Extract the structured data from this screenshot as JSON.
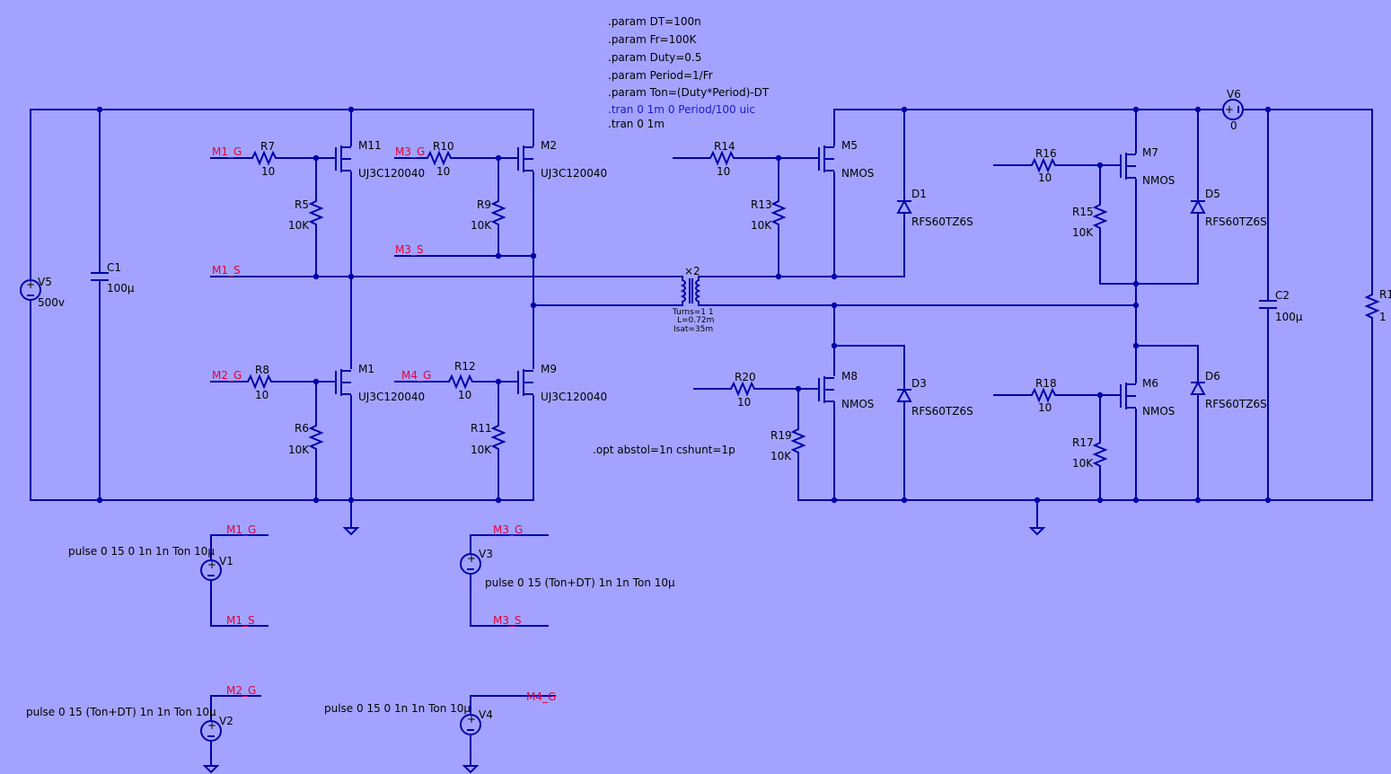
{
  "directives": {
    "params": [
      ".param DT=100n",
      ".param Fr=100K",
      ".param Duty=0.5",
      ".param Period=1/Fr",
      ".param Ton=(Duty*Period)-DT"
    ],
    "tran_active": ".tran 0 1m 0 Period/100 uic",
    "tran_alt": ".tran 0 1m",
    "opt": ".opt abstol=1n cshunt=1p"
  },
  "sources": {
    "V5": {
      "name": "V5",
      "value": "500v"
    },
    "V6": {
      "name": "V6",
      "value": "0"
    },
    "V1": {
      "name": "V1",
      "value": "pulse 0 15 0 1n 1n Ton 10µ"
    },
    "V2": {
      "name": "V2",
      "value": "pulse 0 15 (Ton+DT) 1n 1n Ton 10µ"
    },
    "V3": {
      "name": "V3",
      "value": "pulse 0 15 (Ton+DT) 1n 1n Ton 10µ"
    },
    "V4": {
      "name": "V4",
      "value": "pulse 0 15 0 1n 1n Ton 10µ"
    }
  },
  "caps": {
    "C1": {
      "name": "C1",
      "value": "100µ"
    },
    "C2": {
      "name": "C2",
      "value": "100µ"
    }
  },
  "resistors": {
    "R7": {
      "name": "R7",
      "value": "10"
    },
    "R10": {
      "name": "R10",
      "value": "10"
    },
    "R5": {
      "name": "R5",
      "value": "10K"
    },
    "R9": {
      "name": "R9",
      "value": "10K"
    },
    "R8": {
      "name": "R8",
      "value": "10"
    },
    "R12": {
      "name": "R12",
      "value": "10"
    },
    "R6": {
      "name": "R6",
      "value": "10K"
    },
    "R11": {
      "name": "R11",
      "value": "10K"
    },
    "R14": {
      "name": "R14",
      "value": "10"
    },
    "R13": {
      "name": "R13",
      "value": "10K"
    },
    "R16": {
      "name": "R16",
      "value": "10"
    },
    "R15": {
      "name": "R15",
      "value": "10K"
    },
    "R20": {
      "name": "R20",
      "value": "10"
    },
    "R19": {
      "name": "R19",
      "value": "10K"
    },
    "R18": {
      "name": "R18",
      "value": "10"
    },
    "R17": {
      "name": "R17",
      "value": "10K"
    },
    "R1": {
      "name": "R1",
      "value": "1"
    }
  },
  "fets": {
    "M11": {
      "name": "M11",
      "model": "UJ3C120040"
    },
    "M2": {
      "name": "M2",
      "model": "UJ3C120040"
    },
    "M1": {
      "name": "M1",
      "model": "UJ3C120040"
    },
    "M9": {
      "name": "M9",
      "model": "UJ3C120040"
    },
    "M5": {
      "name": "M5",
      "model": "NMOS"
    },
    "M7": {
      "name": "M7",
      "model": "NMOS"
    },
    "M8": {
      "name": "M8",
      "model": "NMOS"
    },
    "M6": {
      "name": "M6",
      "model": "NMOS"
    }
  },
  "diodes": {
    "D1": {
      "name": "D1",
      "model": "RFS60TZ6S"
    },
    "D5": {
      "name": "D5",
      "model": "RFS60TZ6S"
    },
    "D3": {
      "name": "D3",
      "model": "RFS60TZ6S"
    },
    "D6": {
      "name": "D6",
      "model": "RFS60TZ6S"
    }
  },
  "transformer": {
    "mark": "×2",
    "turns": "Turns=1 1",
    "l": "L=0.72m",
    "isat": "Isat=35m"
  },
  "nets": {
    "m1g": "M1_G",
    "m1s": "M1_S",
    "m2g": "M2_G",
    "m3g": "M3_G",
    "m3s": "M3_S",
    "m4g": "M4_G"
  }
}
